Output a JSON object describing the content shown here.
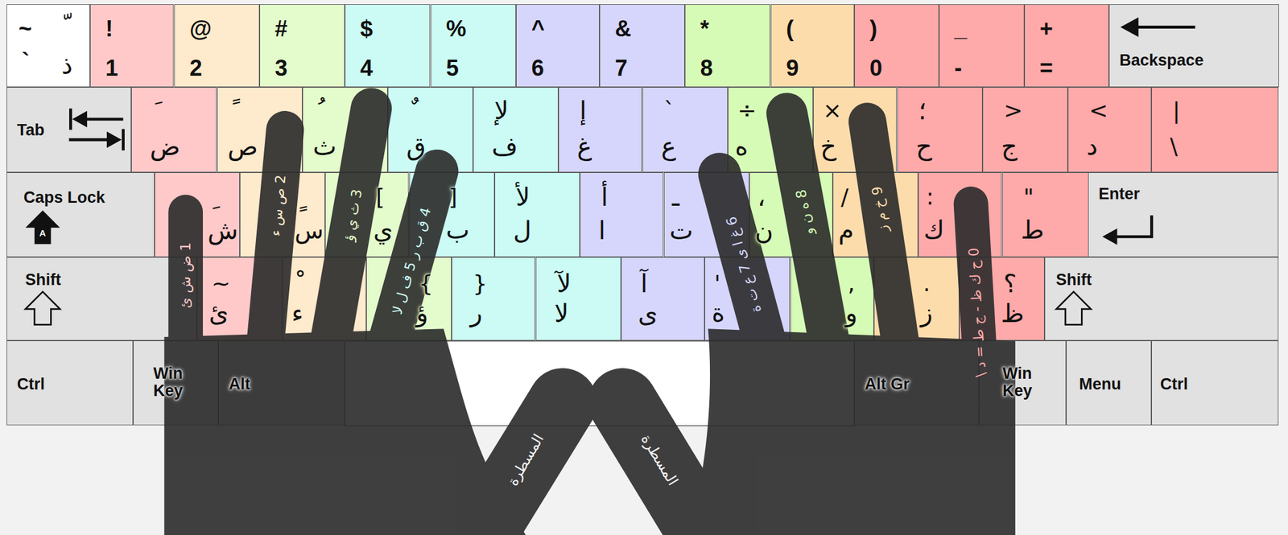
{
  "diagram": {
    "nodes": [
      {
        "text": [
          "~",
          "ّ",
          "`",
          "ذ"
        ]
      },
      {
        "text": [
          "!",
          "1"
        ]
      },
      {
        "text": [
          "@",
          "2"
        ]
      },
      {
        "text": [
          "#",
          "3"
        ]
      },
      {
        "text": [
          "$",
          "4"
        ]
      },
      {
        "text": [
          "%",
          "5"
        ]
      },
      {
        "text": [
          "^",
          "6"
        ]
      },
      {
        "text": [
          "&",
          "7"
        ]
      },
      {
        "text": [
          "*",
          "8"
        ]
      },
      {
        "text": [
          "(",
          "9"
        ]
      },
      {
        "text": [
          ")",
          "0"
        ]
      },
      {
        "text": [
          "_",
          "-"
        ]
      },
      {
        "text": [
          "+",
          "="
        ]
      },
      {
        "text": [
          "Backspace"
        ]
      },
      {
        "text": [
          "Tab"
        ]
      },
      {
        "text": [
          "َ",
          "ض"
        ]
      },
      {
        "text": [
          "ً",
          "ص"
        ]
      },
      {
        "text": [
          "ُ",
          "ث"
        ]
      },
      {
        "text": [
          "ٌ",
          "ق"
        ]
      },
      {
        "text": [
          "لإ",
          "ف"
        ]
      },
      {
        "text": [
          "إ",
          "غ"
        ]
      },
      {
        "text": [
          "`",
          "ع"
        ]
      },
      {
        "text": [
          "÷",
          "ه"
        ]
      },
      {
        "text": [
          "×",
          "خ"
        ]
      },
      {
        "text": [
          "؛",
          "ح"
        ]
      },
      {
        "text": [
          ">",
          "ج"
        ]
      },
      {
        "text": [
          "<",
          "د"
        ]
      },
      {
        "text": [
          "|",
          "\\"
        ]
      },
      {
        "text": [
          "Caps Lock"
        ]
      },
      {
        "text": [
          "ِ",
          "ش"
        ]
      },
      {
        "text": [
          "ٍ",
          "س"
        ]
      },
      {
        "text": [
          "[",
          "ي"
        ]
      },
      {
        "text": [
          "]",
          "ب"
        ]
      },
      {
        "text": [
          "لأ",
          "ل"
        ]
      },
      {
        "text": [
          "أ",
          "ا"
        ]
      },
      {
        "text": [
          "ـ",
          "ت"
        ]
      },
      {
        "text": [
          "،",
          "ن"
        ]
      },
      {
        "text": [
          "/",
          "م"
        ]
      },
      {
        "text": [
          ":",
          "ك"
        ]
      },
      {
        "text": [
          "\"",
          "ط"
        ]
      },
      {
        "text": [
          "Enter"
        ]
      },
      {
        "text": [
          "Shift"
        ]
      },
      {
        "text": [
          "~",
          "ئ"
        ]
      },
      {
        "text": [
          "ْ",
          "ء"
        ]
      },
      {
        "text": [
          "{",
          "ؤ"
        ]
      },
      {
        "text": [
          "}",
          "ر"
        ]
      },
      {
        "text": [
          "لآ",
          "لا"
        ]
      },
      {
        "text": [
          "آ",
          "ى"
        ]
      },
      {
        "text": [
          "'",
          "ة"
        ]
      },
      {
        "text": [
          ",",
          "و"
        ]
      },
      {
        "text": [
          ".",
          "ز"
        ]
      },
      {
        "text": [
          "؟",
          "ظ"
        ]
      },
      {
        "text": [
          "Shift"
        ]
      },
      {
        "text": [
          "Ctrl"
        ]
      },
      {
        "text": [
          "Win Key"
        ]
      },
      {
        "text": [
          "Alt"
        ]
      },
      {
        "text": [
          "Alt Gr"
        ]
      },
      {
        "text": [
          "Win Key"
        ]
      },
      {
        "text": [
          "Menu"
        ]
      },
      {
        "text": [
          "Ctrl"
        ]
      }
    ],
    "labels": [
      "1 ض ش ئ",
      "2 ص س ء",
      "3 ث ي ؤ",
      "4 ق ب ر 5 ف ل لا",
      "6 غ ا ى 7 ع ت ة",
      "8 ه ن و",
      "9 خ م ز",
      "0 ح ك ظ - ج ط = د \\",
      "المسطرة",
      "المسطرة",
      "A"
    ]
  }
}
